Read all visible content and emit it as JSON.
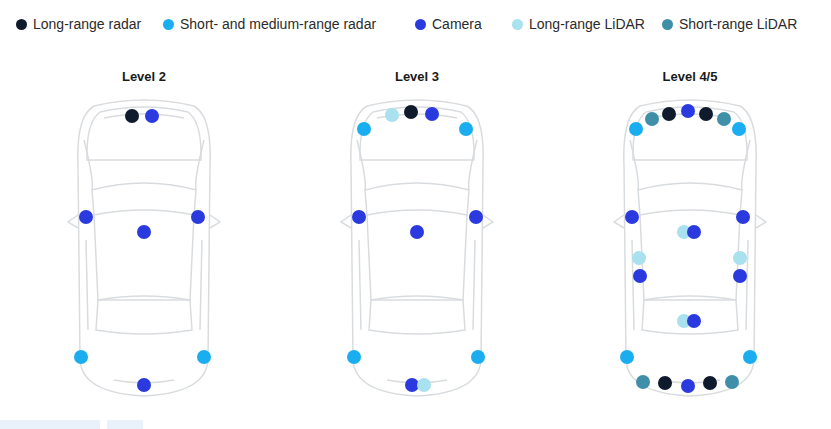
{
  "diagram": {
    "labels": [
      "Level 2",
      "Level 3",
      "Level 4/5"
    ],
    "legend": [
      {
        "text": "Long-range radar",
        "color": "#0f1b2c"
      },
      {
        "text": "Short- and medium-range radar",
        "color": "#1aaef0"
      },
      {
        "text": "Camera",
        "color": "#2b3ade"
      },
      {
        "text": "Long-range LiDAR",
        "color": "#a9e1ee"
      },
      {
        "text": "Short-range LiDAR",
        "color": "#3f8fa9"
      }
    ]
  }
}
